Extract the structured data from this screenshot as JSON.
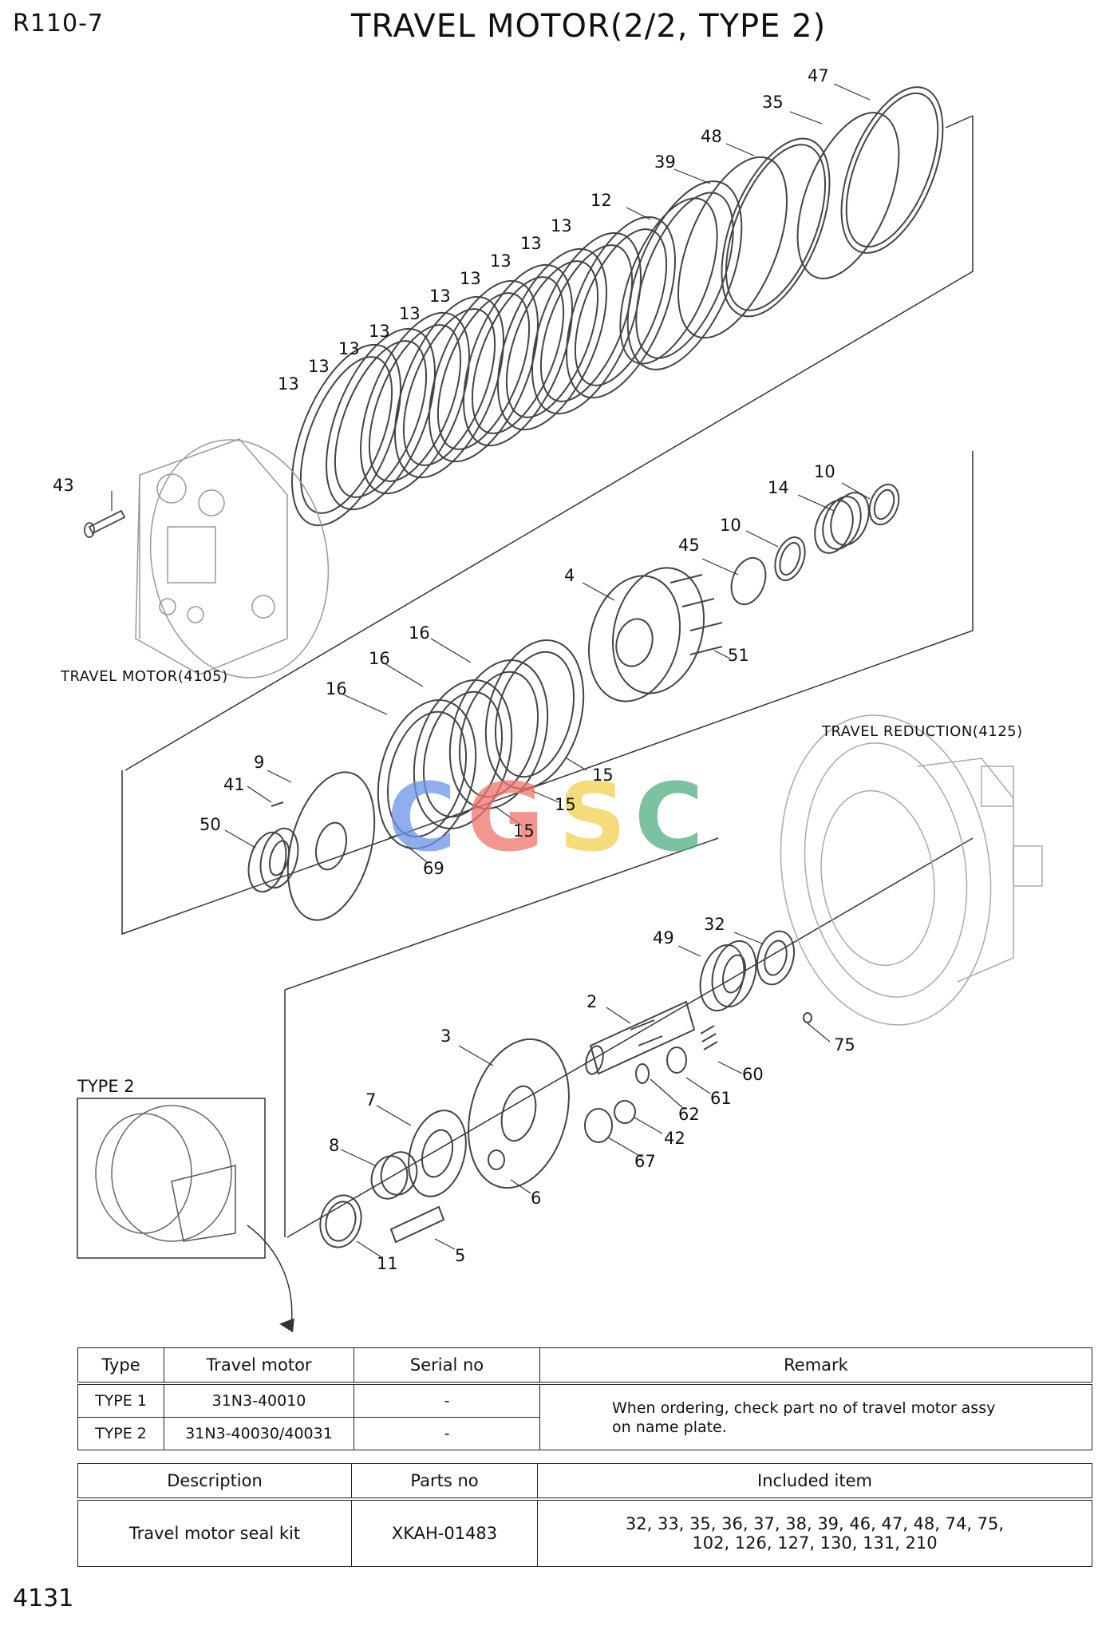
{
  "header": {
    "model": "R110-7",
    "title": "TRAVEL MOTOR(2/2, TYPE 2)"
  },
  "page_number": "4131",
  "captions": {
    "travel_motor": "TRAVEL MOTOR(4105)",
    "travel_reduction": "TRAVEL REDUCTION(4125)",
    "type2": "TYPE 2"
  },
  "watermark": "CGSC",
  "callouts": {
    "c47": "47",
    "c35": "35",
    "c48": "48",
    "c39": "39",
    "c12": "12",
    "c13a": "13",
    "c13b": "13",
    "c13c": "13",
    "c13d": "13",
    "c13e": "13",
    "c13f": "13",
    "c13g": "13",
    "c13h": "13",
    "c13i": "13",
    "c13j": "13",
    "c43": "43",
    "c10a": "10",
    "c14": "14",
    "c10b": "10",
    "c45": "45",
    "c4": "4",
    "c51": "51",
    "c16a": "16",
    "c16b": "16",
    "c16c": "16",
    "c15a": "15",
    "c15b": "15",
    "c15c": "15",
    "c9": "9",
    "c41": "41",
    "c50": "50",
    "c69": "69",
    "c49": "49",
    "c32": "32",
    "c2": "2",
    "c75": "75",
    "c3": "3",
    "c60": "60",
    "c61": "61",
    "c62": "62",
    "c42": "42",
    "c67": "67",
    "c7": "7",
    "c8": "8",
    "c6": "6",
    "c5": "5",
    "c11": "11"
  },
  "type_table": {
    "headers": [
      "Type",
      "Travel motor",
      "Serial no",
      "Remark"
    ],
    "rows": [
      {
        "type": "TYPE 1",
        "motor": "31N3-40010",
        "serial": "-"
      },
      {
        "type": "TYPE 2",
        "motor": "31N3-40030/40031",
        "serial": "-"
      }
    ],
    "remark_line1": "When ordering, check part no of travel motor assy",
    "remark_line2": "on name plate."
  },
  "kit_table": {
    "headers": [
      "Description",
      "Parts no",
      "Included item"
    ],
    "description": "Travel motor seal kit",
    "parts_no": "XKAH-01483",
    "included_line1": "32, 33, 35, 36, 37, 38, 39, 46, 47, 48, 74, 75,",
    "included_line2": "102, 126, 127, 130, 131, 210"
  }
}
